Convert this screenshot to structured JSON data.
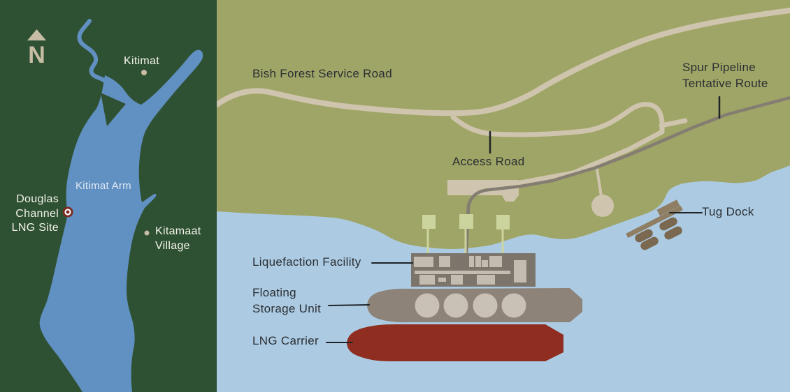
{
  "inset_map": {
    "north_label": "N",
    "kitimat_label": "Kitimat",
    "kitimat_arm_label": "Kitimat Arm",
    "site_label": {
      "line1": "Douglas",
      "line2": "Channel",
      "line3": "LNG Site"
    },
    "village_label": {
      "line1": "Kitamaat",
      "line2": "Village"
    },
    "colors": {
      "land": "#2f5133",
      "water": "#6190c2",
      "tan": "#c6bda4",
      "marker_red": "#7b2a1e",
      "marker_ring": "#ffffff",
      "label_text": "#f2f3ea"
    }
  },
  "site_map": {
    "bish_road_label": "Bish Forest Service Road",
    "spur_label": {
      "line1": "Spur Pipeline",
      "line2": "Tentative Route"
    },
    "access_road_label": "Access Road",
    "tug_dock_label": "Tug Dock",
    "liquefaction_label": "Liquefaction Facility",
    "fsu_label": {
      "line1": "Floating",
      "line2": "Storage Unit"
    },
    "lng_carrier_label": "LNG Carrier",
    "colors": {
      "land": "#9fa566",
      "water": "#accbe3",
      "road": "#cfc4ad",
      "pipeline": "#847d72",
      "platform": "#7b756c",
      "block": "#c4bcb0",
      "mooring": "#ccd49e",
      "fsu_hull": "#8d8378",
      "tank": "#c9c1b5",
      "carrier": "#8f2d20",
      "dock": "#8f7e63",
      "tug": "#7b6851",
      "leader": "#1f2327",
      "label_text": "#2b2f33"
    }
  }
}
